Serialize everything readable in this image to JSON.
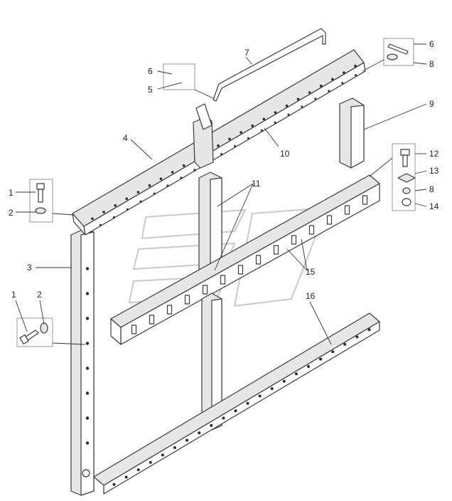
{
  "callouts": {
    "c1a": "1",
    "c2a": "2",
    "c3": "3",
    "c4": "4",
    "c1b": "1",
    "c2b": "2",
    "c5": "5",
    "c6a": "6",
    "c6b": "6",
    "c7": "7",
    "c8a": "8",
    "c8b": "8",
    "c9": "9",
    "c10": "10",
    "c11": "11",
    "c12": "12",
    "c13": "13",
    "c14": "14",
    "c15": "15",
    "c16": "16"
  },
  "colors": {
    "line": "#3a3a3a",
    "watermark": "#c9c9c9",
    "shade": "#e6e6e6"
  }
}
